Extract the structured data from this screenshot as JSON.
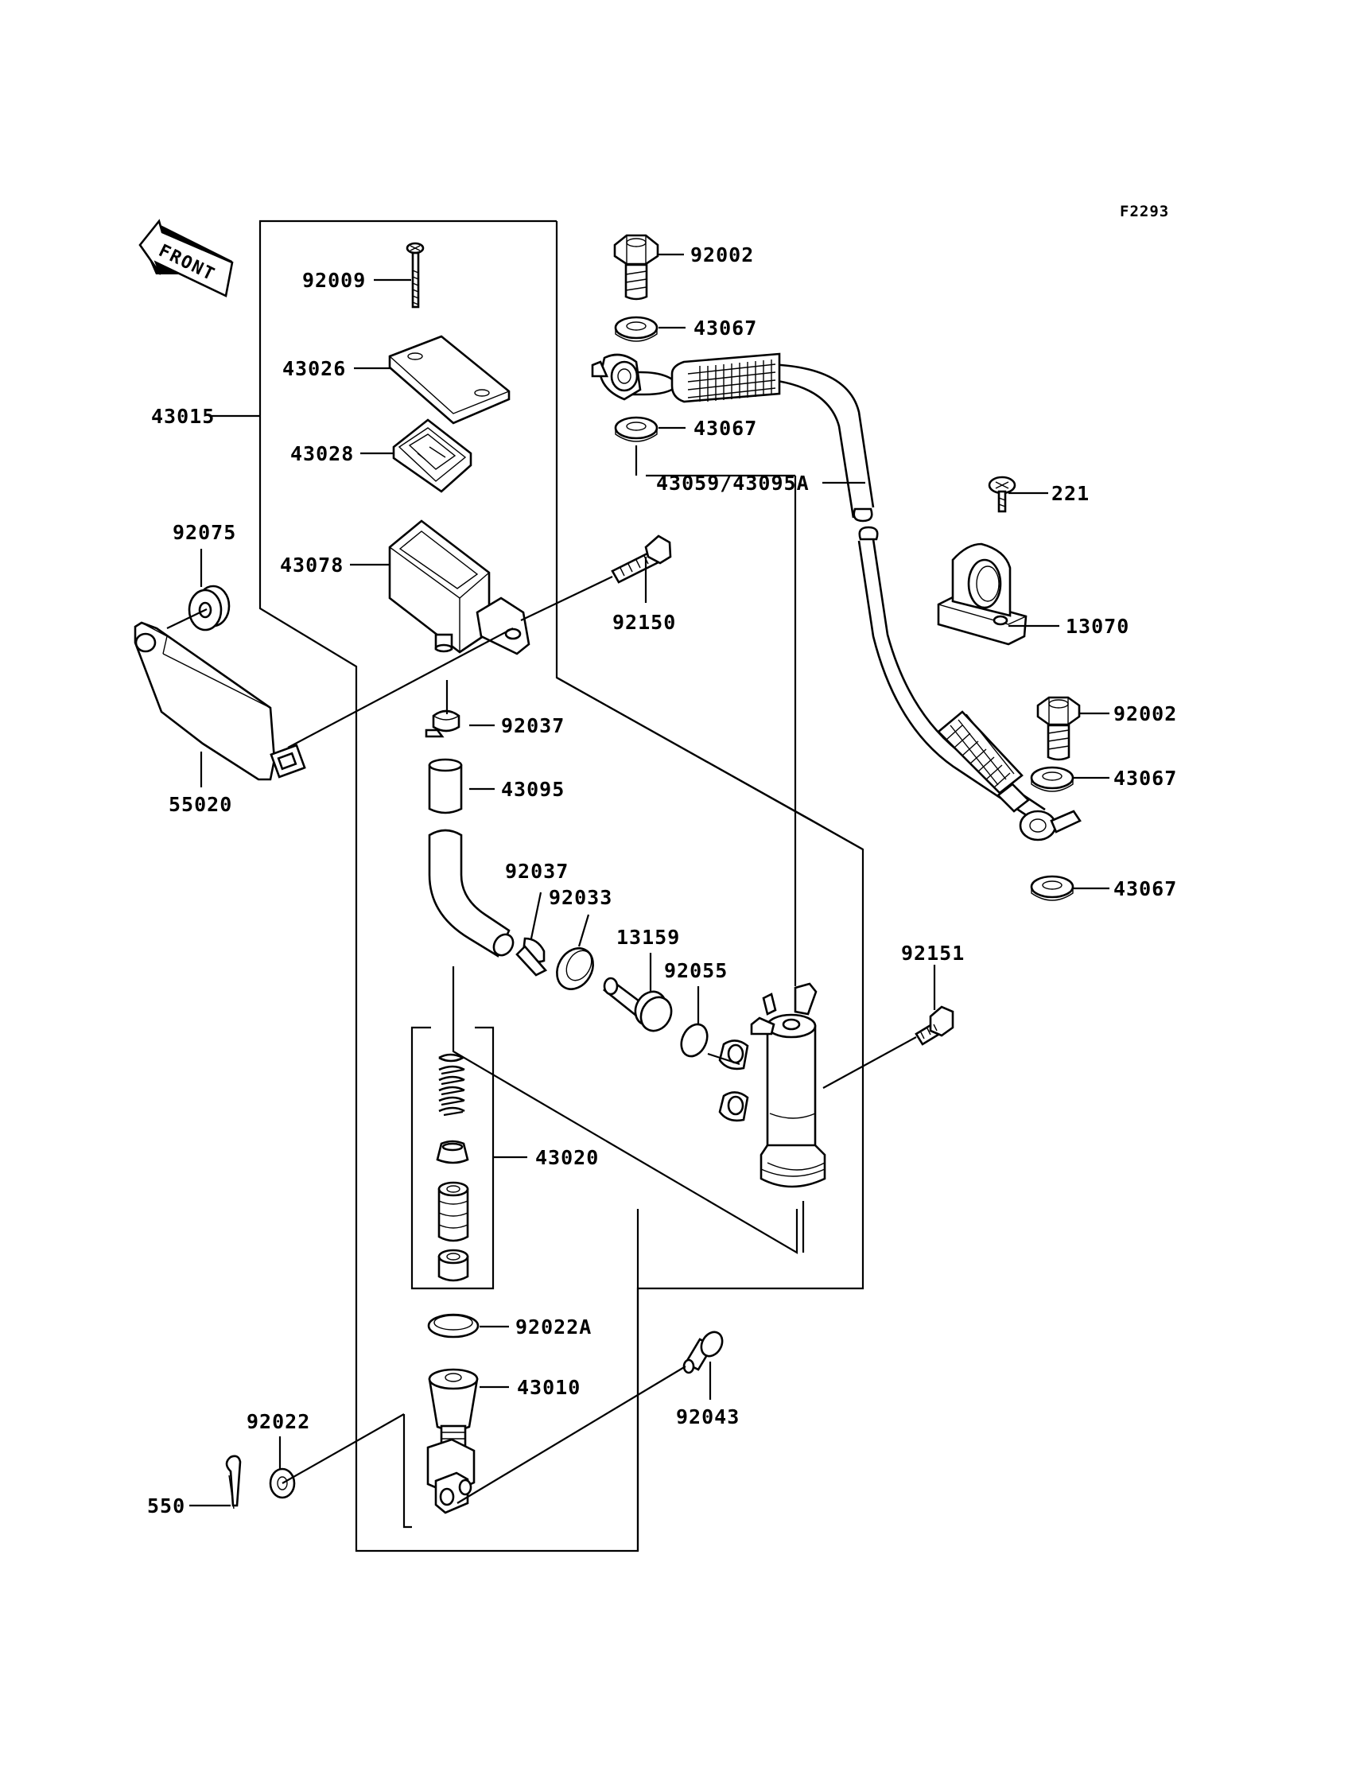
{
  "diagram": {
    "reference_code": "F2293",
    "front_arrow_label": "FRONT",
    "part_labels": {
      "p92009": "92009",
      "p43026": "43026",
      "p43015": "43015",
      "p43028": "43028",
      "p92075": "92075",
      "p43078": "43078",
      "p55020": "55020",
      "p92037_top": "92037",
      "p43095": "43095",
      "p92037_mid": "92037",
      "p92033": "92033",
      "p13159": "13159",
      "p92055": "92055",
      "p43020": "43020",
      "p92022A": "92022A",
      "p43010": "43010",
      "p92022": "92022",
      "p550": "550",
      "p92043": "92043",
      "p92002_top": "92002",
      "p43067_a": "43067",
      "p43067_b": "43067",
      "p43059": "43059/43095A",
      "p92150": "92150",
      "p221": "221",
      "p13070": "13070",
      "p92002_right": "92002",
      "p43067_c": "43067",
      "p43067_d": "43067",
      "p92151": "92151"
    }
  }
}
